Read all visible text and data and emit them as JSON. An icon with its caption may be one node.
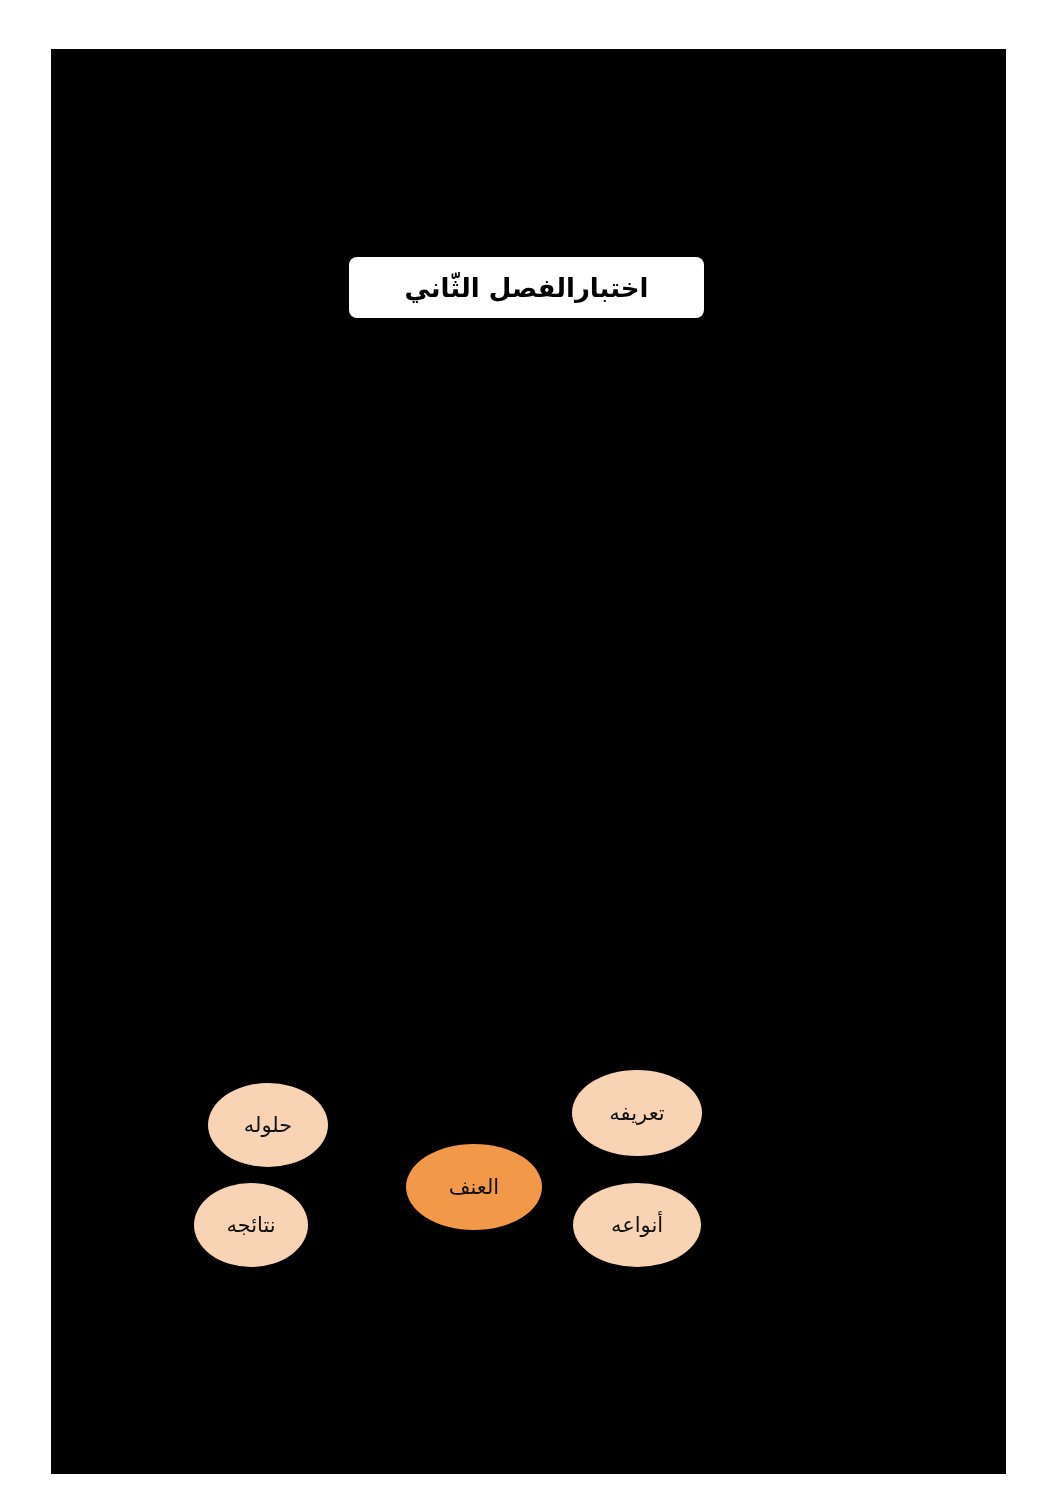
{
  "diagram": {
    "title": "اختبارالفصل الثّاني",
    "nodes": [
      {
        "text": [
          "تعريفه"
        ]
      },
      {
        "text": [
          "حلوله"
        ]
      },
      {
        "text": [
          "العنف"
        ]
      },
      {
        "text": [
          "أنواعه"
        ]
      },
      {
        "text": [
          "نتائجه"
        ]
      }
    ]
  }
}
